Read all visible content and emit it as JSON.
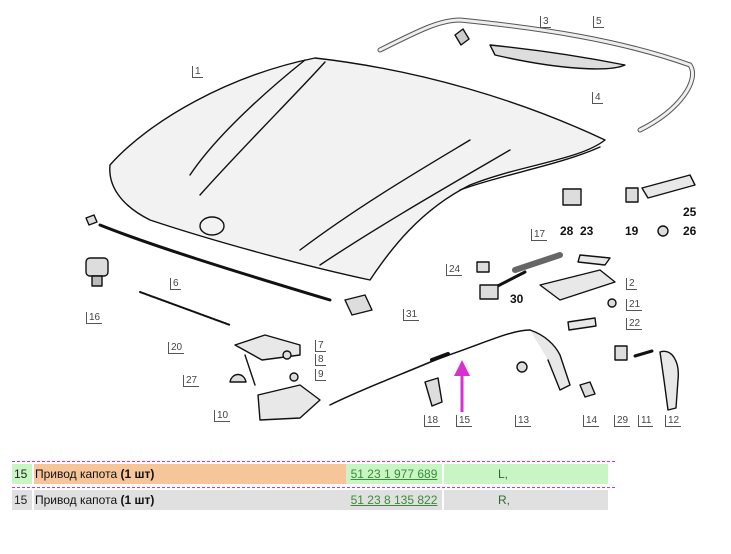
{
  "callouts": {
    "c1": "1",
    "c2": "2",
    "c3": "3",
    "c4": "4",
    "c5": "5",
    "c6": "6",
    "c7": "7",
    "c8": "8",
    "c9": "9",
    "c10": "10",
    "c11": "11",
    "c12": "12",
    "c13": "13",
    "c14": "14",
    "c15": "15",
    "c16": "16",
    "c17": "17",
    "c18": "18",
    "c19": "19",
    "c20": "20",
    "c21": "21",
    "c22": "22",
    "c23": "23",
    "c24": "24",
    "c25": "25",
    "c26": "26",
    "c27": "27",
    "c28": "28",
    "c29": "29",
    "c30": "30",
    "c31": "31"
  },
  "parts": [
    {
      "num": "15",
      "name": "Привод капота",
      "qty": "(1 шт)",
      "part_number": "51 23 1 977 689",
      "note": "L,",
      "highlight": true
    },
    {
      "num": "15",
      "name": "Привод капота",
      "qty": "(1 шт)",
      "part_number": "51 23 8 135 822",
      "note": "R,",
      "highlight": false
    }
  ],
  "colors": {
    "row_highlight_name": "#f7c59a",
    "row_highlight_rest": "#c9f5c4",
    "row_normal": "#e0e0e0",
    "separator": "#d82fd0",
    "arrow": "#d82fd0",
    "part_link": "#3a8b3a"
  }
}
